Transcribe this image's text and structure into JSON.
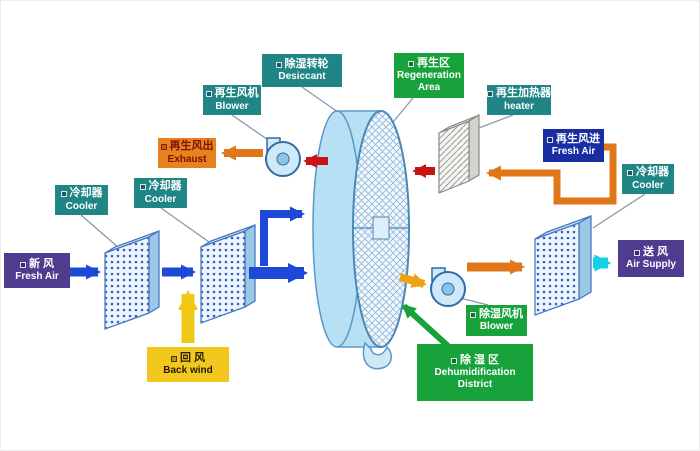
{
  "palette": {
    "box_teal": "#1f8585",
    "box_green": "#17a23c",
    "box_purple": "#4f3c8e",
    "box_navy": "#1a2ea4",
    "box_orange": "#e8821e",
    "box_yellow": "#f2c81f",
    "arrow_blue": "#1d49d6",
    "arrow_red": "#c81414",
    "arrow_orange": "#e0781a",
    "arrow_amber": "#f0a312",
    "arrow_yellow": "#f0c816",
    "arrow_cyan": "#14d2e6",
    "arrow_green": "#17a23c",
    "wheel_fill": "#b8e0f4",
    "wheel_stroke": "#5a98c8"
  },
  "labels": {
    "desiccant": {
      "zh": "除湿转轮",
      "en": "Desiccant"
    },
    "regen_area": {
      "zh": "再生区",
      "en": "Regeneration Area"
    },
    "regen_blower": {
      "zh": "再生风机",
      "en": "Blower"
    },
    "regen_heater": {
      "zh": "再生加热器",
      "en": "heater"
    },
    "exhaust": {
      "zh": "再生风出",
      "en": "Exhaust"
    },
    "regen_fresh_air": {
      "zh": "再生风进",
      "en": "Fresh Air"
    },
    "cooler_right": {
      "zh": "冷却器",
      "en": "Cooler"
    },
    "cooler_left_1": {
      "zh": "冷却器",
      "en": "Cooler"
    },
    "cooler_left_2": {
      "zh": "冷却器",
      "en": "Cooler"
    },
    "fresh_air": {
      "zh": "新 风",
      "en": "Fresh Air"
    },
    "air_supply": {
      "zh": "送 风",
      "en": "Air Supply"
    },
    "back_wind": {
      "zh": "回 风",
      "en": "Back wind"
    },
    "dehum_blower": {
      "zh": "除湿风机",
      "en": "Blower"
    },
    "dehum_district": {
      "zh": "除 湿 区",
      "en": "Dehumidification District"
    }
  }
}
